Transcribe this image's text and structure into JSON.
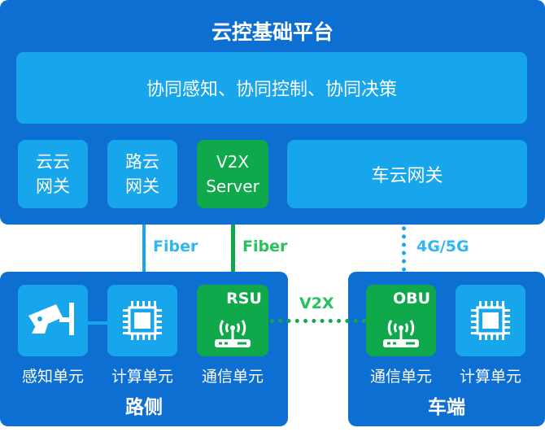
{
  "platform": {
    "title": "云控基础平台"
  },
  "collab_bar": {
    "text": "协同感知、协同控制、协同决策"
  },
  "gateways": {
    "cloud_cloud": {
      "line1": "云云",
      "line2": "网关"
    },
    "road_cloud": {
      "line1": "路云",
      "line2": "网关"
    },
    "v2x_server": {
      "line1": "V2X",
      "line2": "Server"
    },
    "vehicle_cloud": {
      "text": "车云网关"
    }
  },
  "links": {
    "fiber_road": "Fiber",
    "fiber_rsu": "Fiber",
    "cellular": "4G/5G",
    "v2x": "V2X"
  },
  "roadside": {
    "title": "路侧",
    "units": [
      {
        "label": "感知单元",
        "icon": "camera-icon"
      },
      {
        "label": "计算单元",
        "icon": "chip-icon"
      },
      {
        "label": "通信单元",
        "icon": "router-icon",
        "tag": "RSU"
      }
    ]
  },
  "vehicle": {
    "title": "车端",
    "units": [
      {
        "label": "通信单元",
        "icon": "router-icon",
        "tag": "OBU"
      },
      {
        "label": "计算单元",
        "icon": "chip-icon"
      }
    ]
  },
  "colors": {
    "panel": "#0c6fd1",
    "box": "#17a6ec",
    "green": "#0fa84a",
    "label_blue": "#2eb6f5",
    "label_green": "#27c15e"
  }
}
